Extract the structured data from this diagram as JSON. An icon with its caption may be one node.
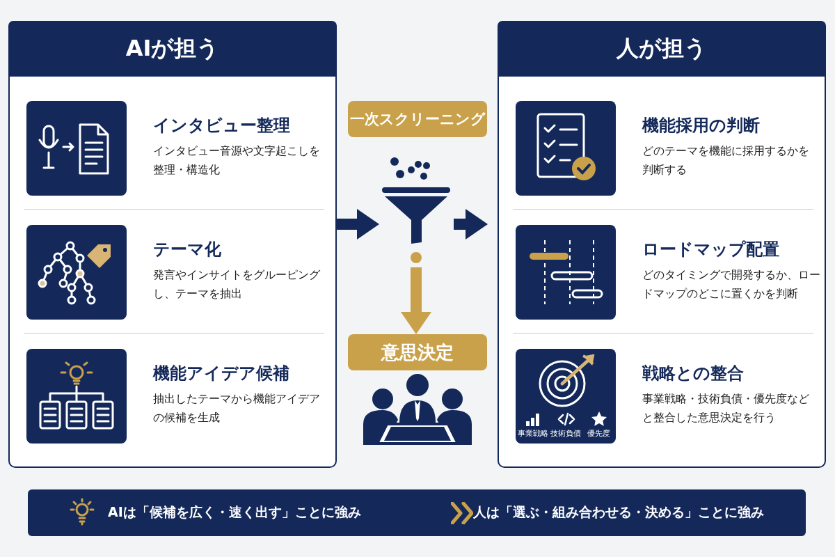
{
  "diagram": {
    "nodes": [
      {
        "text": [
          "AIが担う"
        ]
      },
      {
        "text": [
          "インタビュー整理",
          "インタビュー音源や文字起こしを整理・構造化"
        ],
        "in": 0
      },
      {
        "text": [
          "テーマ化",
          "発言やインサイトをグルーピングし、テーマを抽出"
        ],
        "in": 0
      },
      {
        "text": [
          "機能アイデア候補",
          "抽出したテーマから機能アイデアの候補を生成"
        ],
        "in": 0
      },
      {
        "text": [
          "一次スクリーニング"
        ]
      },
      {
        "text": [],
        "shape": "funnel"
      },
      {
        "text": [
          "意思決定"
        ]
      },
      {
        "text": [
          "人が担う"
        ]
      },
      {
        "text": [
          "機能採用の判断",
          "どのテーマを機能に採用するかを判断する"
        ],
        "in": 7
      },
      {
        "text": [
          "ロードマップ配置",
          "どのタイミングで開発するか、ロードマップのどこに置くかを判断"
        ],
        "in": 7
      },
      {
        "text": [
          "戦略との整合",
          "事業戦略・技術負債・優先度などと整合した意思決定を行う"
        ],
        "in": 7
      },
      {
        "text": [],
        "shape": "bar"
      },
      {
        "text": [
          "AIは「候補を広く・速く出す」ことに強み"
        ],
        "in": 11
      },
      {
        "text": [
          "人は「選ぶ・組み合わせる・決める」ことに強み"
        ],
        "in": 11
      }
    ],
    "edges": [
      {
        "from": 0,
        "to": 5,
        "arrow": "to"
      },
      {
        "from": 5,
        "to": 7,
        "arrow": "to"
      },
      {
        "from": 5,
        "to": 6,
        "arrow": "to",
        "color": "#c9a14a"
      },
      {
        "from": 12,
        "to": 13,
        "arrow": "to",
        "color": "#c9a14a"
      }
    ],
    "labels": [
      "事業戦略",
      "技術負債",
      "優先度"
    ]
  }
}
